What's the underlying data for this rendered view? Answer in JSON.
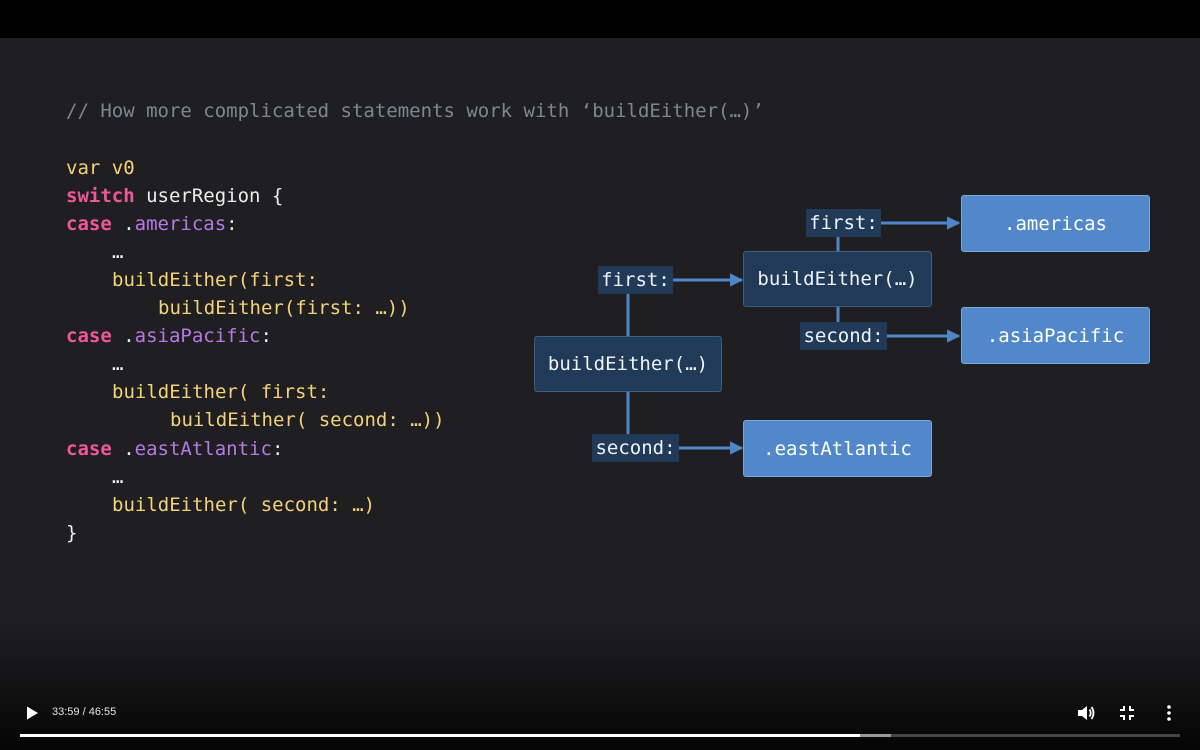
{
  "code": {
    "comment": "// How more complicated statements work with ‘buildEither(…)’",
    "line_var": "var v0",
    "kw_switch": "switch",
    "switch_rest": " userRegion {",
    "kw_case": "case",
    "dot": " .",
    "case1": "americas",
    "case2": "asiaPacific",
    "case3": "eastAtlantic",
    "colon": ":",
    "ellipsis": "…",
    "c1_line1": "buildEither(first:",
    "c1_line2": "buildEither(first: …))",
    "c2_line1": "buildEither( first:",
    "c2_line2": "buildEither( second: …))",
    "c3_line1": "buildEither( second: …)",
    "close": "}"
  },
  "diagram": {
    "root": "buildEither(…)",
    "inner": "buildEither(…)",
    "first": "first:",
    "second": "second:",
    "americas": ".americas",
    "asiaPacific": ".asiaPacific",
    "eastAtlantic": ".eastAtlantic",
    "line_color": "#4f86c8"
  },
  "player": {
    "time": "33:59 / 46:55",
    "played_fraction": 0.724,
    "buffered_fraction": 0.751,
    "play_icon": "play-icon",
    "volume_icon": "volume-icon",
    "exit_fullscreen_icon": "exit-fullscreen-icon",
    "more_icon": "more-vertical-icon"
  }
}
